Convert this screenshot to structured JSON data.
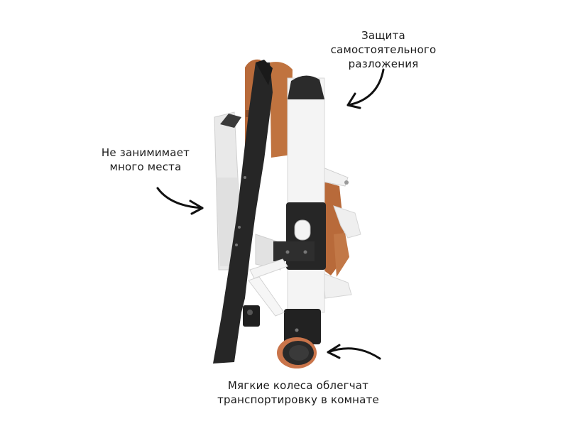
{
  "callouts": {
    "folding_protection": [
      "Защита",
      "самостоятельного",
      "разложения"
    ],
    "space_saving": [
      "Не занимимает",
      "много места"
    ],
    "soft_wheels": [
      "Мягкие колеса облегчат",
      "транспортировку в комнате"
    ]
  },
  "colors": {
    "frame_white": "#f4f4f4",
    "frame_black": "#262626",
    "leather_brown": "#b86a3a",
    "wheel_rim": "#c9744a",
    "arrow": "#111111"
  },
  "icons": [
    "curved-arrow-icon",
    "curved-arrow-icon",
    "curved-arrow-icon"
  ]
}
